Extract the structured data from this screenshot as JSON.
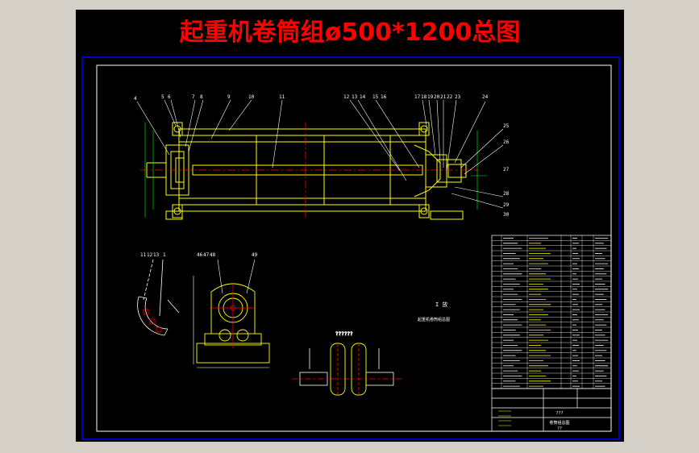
{
  "drawing": {
    "title": "起重机卷筒组ø500*1200总图",
    "title_color": "#ff0000",
    "background": "#000000",
    "frame_color": "#0000ff",
    "inner_frame_color": "#ffffff",
    "line_color": "#ffff00",
    "centerline_color": "#ff0000",
    "dimension_color": "#00ff00",
    "view_label": "I 放",
    "note_text": "起重机卷筒组总图",
    "middle_label": "??????",
    "balloons_top_left": [
      "4",
      "5",
      "6",
      "7",
      "8",
      "9",
      "10",
      "11"
    ],
    "balloons_top_right": [
      "12",
      "13",
      "14",
      "15",
      "16",
      "17",
      "18",
      "19",
      "20",
      "21",
      "22",
      "23",
      "24"
    ],
    "balloons_detail": [
      "11",
      "12",
      "13",
      "1",
      "46",
      "47",
      "48",
      "49"
    ],
    "right_balloons": [
      "25",
      "26",
      "27",
      "28",
      "29",
      "30"
    ],
    "title_block_lines": [
      "???",
      "卷筒组总图",
      "??"
    ]
  }
}
